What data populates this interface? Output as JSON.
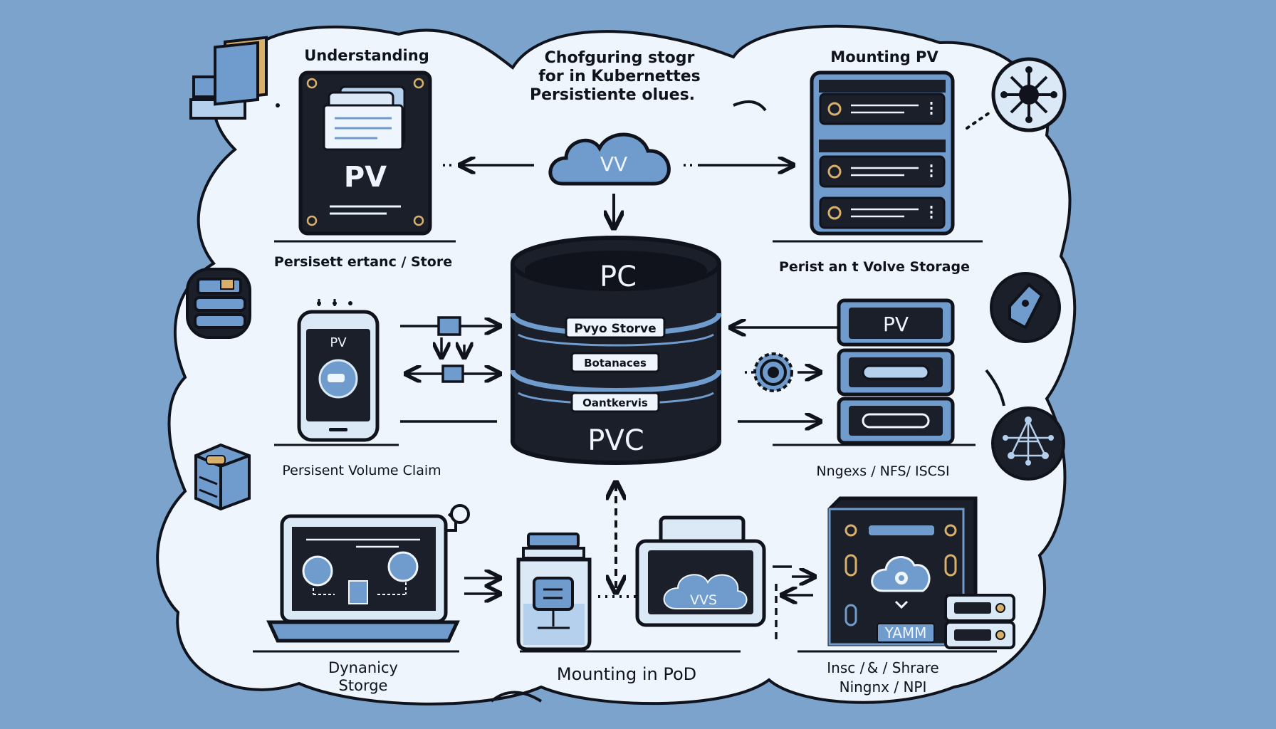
{
  "colors": {
    "background": "#7ba3cc",
    "cloud_fill": "#eef5fc",
    "outline": "#10131c",
    "dark_panel": "#1b1f2a",
    "accent_blue": "#6f9ccc",
    "light_blue": "#b5d0ec",
    "gold": "#d9b06a"
  },
  "header": {
    "line1": "Chofguring stogr",
    "line2": "for in Kubernettes",
    "line3": "Persistiente  olues."
  },
  "sections": {
    "top_left_title": "Understanding",
    "top_right_title": "Mounting PV",
    "top_left_caption": "Persisett ertanc / Store",
    "top_right_caption": "Perist an t Volve Storage",
    "mid_left_caption": "Persisent Volume Claim",
    "mid_right_caption": "Nngexs / NFS/ ISCSI",
    "bottom_left_line1": "Dynanicy",
    "bottom_left_line2": "Storge",
    "bottom_center": "Mounting in PoD",
    "bottom_right_line1": "Insc / & / Shrare",
    "bottom_right_line2": "Ningnx / NPI"
  },
  "labels": {
    "pv_card": "PV",
    "cloud_vv": "VV",
    "db_top": "PC",
    "db_band1": "Pvyo Storve",
    "db_band2": "Botanaces",
    "db_band3": "Oantkervis",
    "db_bottom": "PVC",
    "phone_pv": "PV",
    "right_stack_pv": "PV",
    "monitor_vvs": "VVS",
    "server_yaml": "YAMM"
  },
  "icons": [
    "storage-stack-icon",
    "shield-key-icon",
    "server-cube-icon",
    "network-hub-icon",
    "tag-icon",
    "node-graph-icon",
    "gear-icon",
    "cloud-icon",
    "database-icon",
    "phone-icon",
    "laptop-icon",
    "jar-icon",
    "monitor-icon",
    "server-rack-icon"
  ]
}
